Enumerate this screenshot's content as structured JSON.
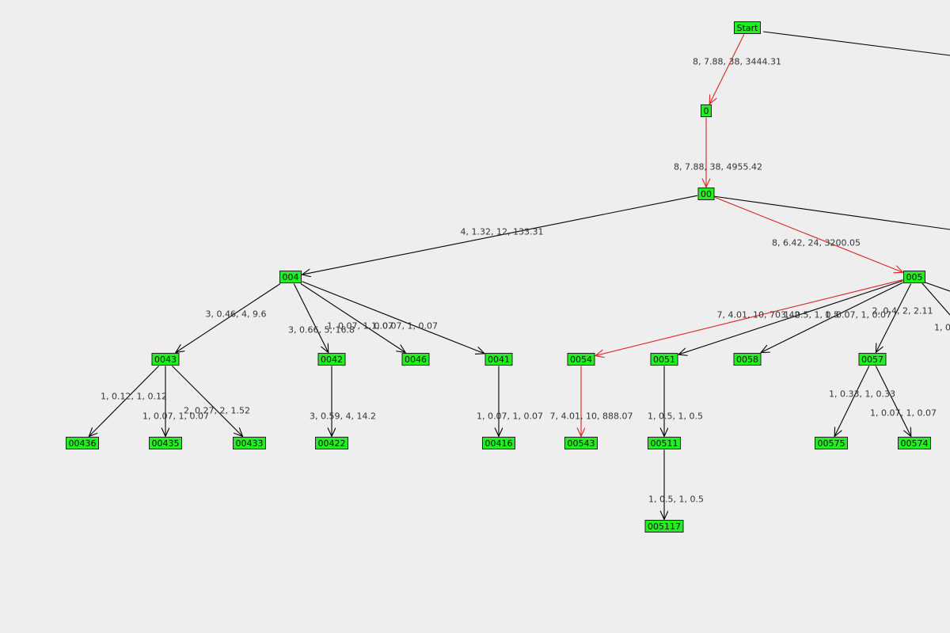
{
  "colors": {
    "background": "#eeeeee",
    "node_fill": "#22ee22",
    "node_border": "#222222",
    "edge_default": "#000000",
    "edge_highlight": "#dd2222"
  },
  "nodes": [
    {
      "id": "Start",
      "label": "Start"
    },
    {
      "id": "0",
      "label": "0"
    },
    {
      "id": "00",
      "label": "00"
    },
    {
      "id": "004",
      "label": "004"
    },
    {
      "id": "005",
      "label": "005"
    },
    {
      "id": "0043",
      "label": "0043"
    },
    {
      "id": "0042",
      "label": "0042"
    },
    {
      "id": "0046",
      "label": "0046"
    },
    {
      "id": "0041",
      "label": "0041"
    },
    {
      "id": "0054",
      "label": "0054"
    },
    {
      "id": "0051",
      "label": "0051"
    },
    {
      "id": "0058",
      "label": "0058"
    },
    {
      "id": "0057",
      "label": "0057"
    },
    {
      "id": "00436",
      "label": "00436"
    },
    {
      "id": "00435",
      "label": "00435"
    },
    {
      "id": "00433",
      "label": "00433"
    },
    {
      "id": "00422",
      "label": "00422"
    },
    {
      "id": "00416",
      "label": "00416"
    },
    {
      "id": "00543",
      "label": "00543"
    },
    {
      "id": "00511",
      "label": "00511"
    },
    {
      "id": "00575",
      "label": "00575"
    },
    {
      "id": "00574",
      "label": "00574"
    },
    {
      "id": "005117",
      "label": "005117"
    }
  ],
  "edges": [
    {
      "from": "Start",
      "to": "0",
      "label": "8, 7.88, 38, 3444.31",
      "highlight": true
    },
    {
      "from": "0",
      "to": "00",
      "label": "8, 7.88, 38, 4955.42",
      "highlight": true
    },
    {
      "from": "00",
      "to": "004",
      "label": "4, 1.32, 12, 133.31",
      "highlight": false
    },
    {
      "from": "00",
      "to": "005",
      "label": "8, 6.42, 24, 3200.05",
      "highlight": true
    },
    {
      "from": "004",
      "to": "0043",
      "label": "3, 0.46, 4, 9.6",
      "highlight": false
    },
    {
      "from": "004",
      "to": "0042",
      "label": "3, 0.66, 5, 16.8",
      "highlight": false
    },
    {
      "from": "004",
      "to": "0046",
      "label": "1, 0.07, 1, 0.07",
      "highlight": false
    },
    {
      "from": "004",
      "to": "0041",
      "label": "1, 0.07, 1, 0.07",
      "highlight": false
    },
    {
      "from": "005",
      "to": "0054",
      "label": "7, 4.01, 10, 703.42",
      "highlight": true
    },
    {
      "from": "005",
      "to": "0051",
      "label": "1, 0.5, 1, 0.5",
      "highlight": false
    },
    {
      "from": "005",
      "to": "0058",
      "label": "1, 0.07, 1, 0.07",
      "highlight": false
    },
    {
      "from": "005",
      "to": "0057",
      "label": "2, 0.4, 2, 2.11",
      "highlight": false
    },
    {
      "from": "0043",
      "to": "00436",
      "label": "1, 0.12, 1, 0.12",
      "highlight": false
    },
    {
      "from": "0043",
      "to": "00435",
      "label": "1, 0.07, 1, 0.07",
      "highlight": false
    },
    {
      "from": "0043",
      "to": "00433",
      "label": "2, 0.27, 2, 1.52",
      "highlight": false
    },
    {
      "from": "0042",
      "to": "00422",
      "label": "3, 0.59, 4, 14.2",
      "highlight": false
    },
    {
      "from": "0041",
      "to": "00416",
      "label": "1, 0.07, 1, 0.07",
      "highlight": false
    },
    {
      "from": "0054",
      "to": "00543",
      "label": "7, 4.01, 10, 888.07",
      "highlight": true
    },
    {
      "from": "0051",
      "to": "00511",
      "label": "1, 0.5, 1, 0.5",
      "highlight": false
    },
    {
      "from": "0057",
      "to": "00575",
      "label": "1, 0.33, 1, 0.33",
      "highlight": false
    },
    {
      "from": "0057",
      "to": "00574",
      "label": "1, 0.07, 1, 0.07",
      "highlight": false
    },
    {
      "from": "00511",
      "to": "005117",
      "label": "1, 0.5, 1, 0.5",
      "highlight": false
    }
  ],
  "offscreen_edges": [
    {
      "from": "Start",
      "label": "",
      "highlight": false
    },
    {
      "from": "00",
      "label": "",
      "highlight": false
    },
    {
      "from": "005",
      "label": "",
      "highlight": false
    },
    {
      "from": "005",
      "label": "1, 0",
      "highlight": false
    }
  ]
}
